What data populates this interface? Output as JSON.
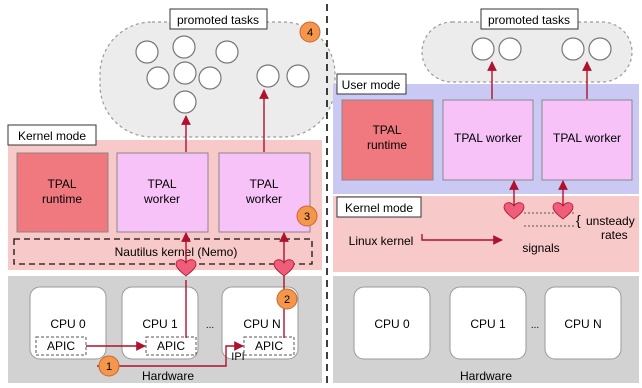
{
  "left": {
    "promoted_tasks": "promoted tasks",
    "kernel_mode": "Kernel mode",
    "runtime_line1": "TPAL",
    "runtime_line2": "runtime",
    "worker1_line1": "TPAL",
    "worker1_line2": "worker",
    "worker2_line1": "TPAL",
    "worker2_line2": "worker",
    "kernel": "Nautilus kernel (Nemo)",
    "cpu0": "CPU 0",
    "cpu1": "CPU 1",
    "cpun": "CPU N",
    "ellipsis": "...",
    "apic": "APIC",
    "ipi": "IPI",
    "hardware": "Hardware",
    "steps": [
      "1",
      "2",
      "3",
      "4"
    ]
  },
  "right": {
    "promoted_tasks": "promoted tasks",
    "user_mode": "User mode",
    "kernel_mode": "Kernel mode",
    "runtime_line1": "TPAL",
    "runtime_line2": "runtime",
    "worker1": "TPAL worker",
    "worker2": "TPAL worker",
    "linux_kernel": "Linux kernel",
    "signals": "signals",
    "unsteady_brace": "{",
    "unsteady_line1": "unsteady",
    "unsteady_line2": "rates",
    "cpu0": "CPU 0",
    "cpu1": "CPU 1",
    "cpun": "CPU N",
    "ellipsis": "...",
    "hardware": "Hardware"
  },
  "colors": {
    "kernel_band": "#f8c9c9",
    "user_band": "#c9c9f4",
    "hardware_band": "#d2d2d2",
    "cloud": "#ececec",
    "runtime_box": "#f0797f",
    "worker_box": "#f6c2f8",
    "arrow": "#b0112c",
    "step_badge": "#f5964d",
    "heart": "#ee5d7a"
  }
}
